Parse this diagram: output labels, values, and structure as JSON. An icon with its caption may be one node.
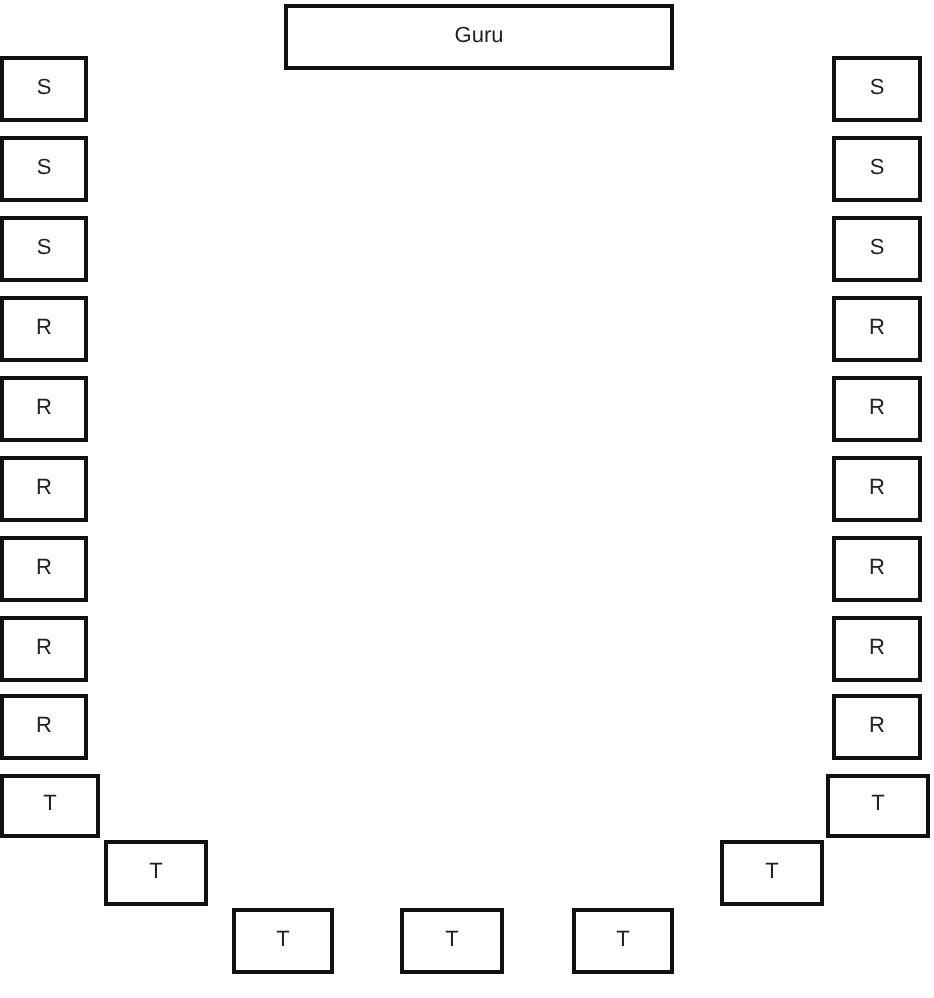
{
  "diagram": {
    "nodes": [
      {
        "text": [
          "Guru"
        ]
      },
      {
        "text": [
          "S"
        ]
      },
      {
        "text": [
          "S"
        ]
      },
      {
        "text": [
          "S"
        ]
      },
      {
        "text": [
          "S"
        ]
      },
      {
        "text": [
          "S"
        ]
      },
      {
        "text": [
          "S"
        ]
      },
      {
        "text": [
          "R"
        ]
      },
      {
        "text": [
          "R"
        ]
      },
      {
        "text": [
          "R"
        ]
      },
      {
        "text": [
          "R"
        ]
      },
      {
        "text": [
          "R"
        ]
      },
      {
        "text": [
          "R"
        ]
      },
      {
        "text": [
          "R"
        ]
      },
      {
        "text": [
          "R"
        ]
      },
      {
        "text": [
          "R"
        ]
      },
      {
        "text": [
          "R"
        ]
      },
      {
        "text": [
          "R"
        ]
      },
      {
        "text": [
          "R"
        ]
      },
      {
        "text": [
          "T"
        ]
      },
      {
        "text": [
          "T"
        ]
      },
      {
        "text": [
          "T"
        ]
      },
      {
        "text": [
          "T"
        ]
      },
      {
        "text": [
          "T"
        ]
      },
      {
        "text": [
          "T"
        ]
      },
      {
        "text": [
          "T"
        ]
      }
    ]
  }
}
